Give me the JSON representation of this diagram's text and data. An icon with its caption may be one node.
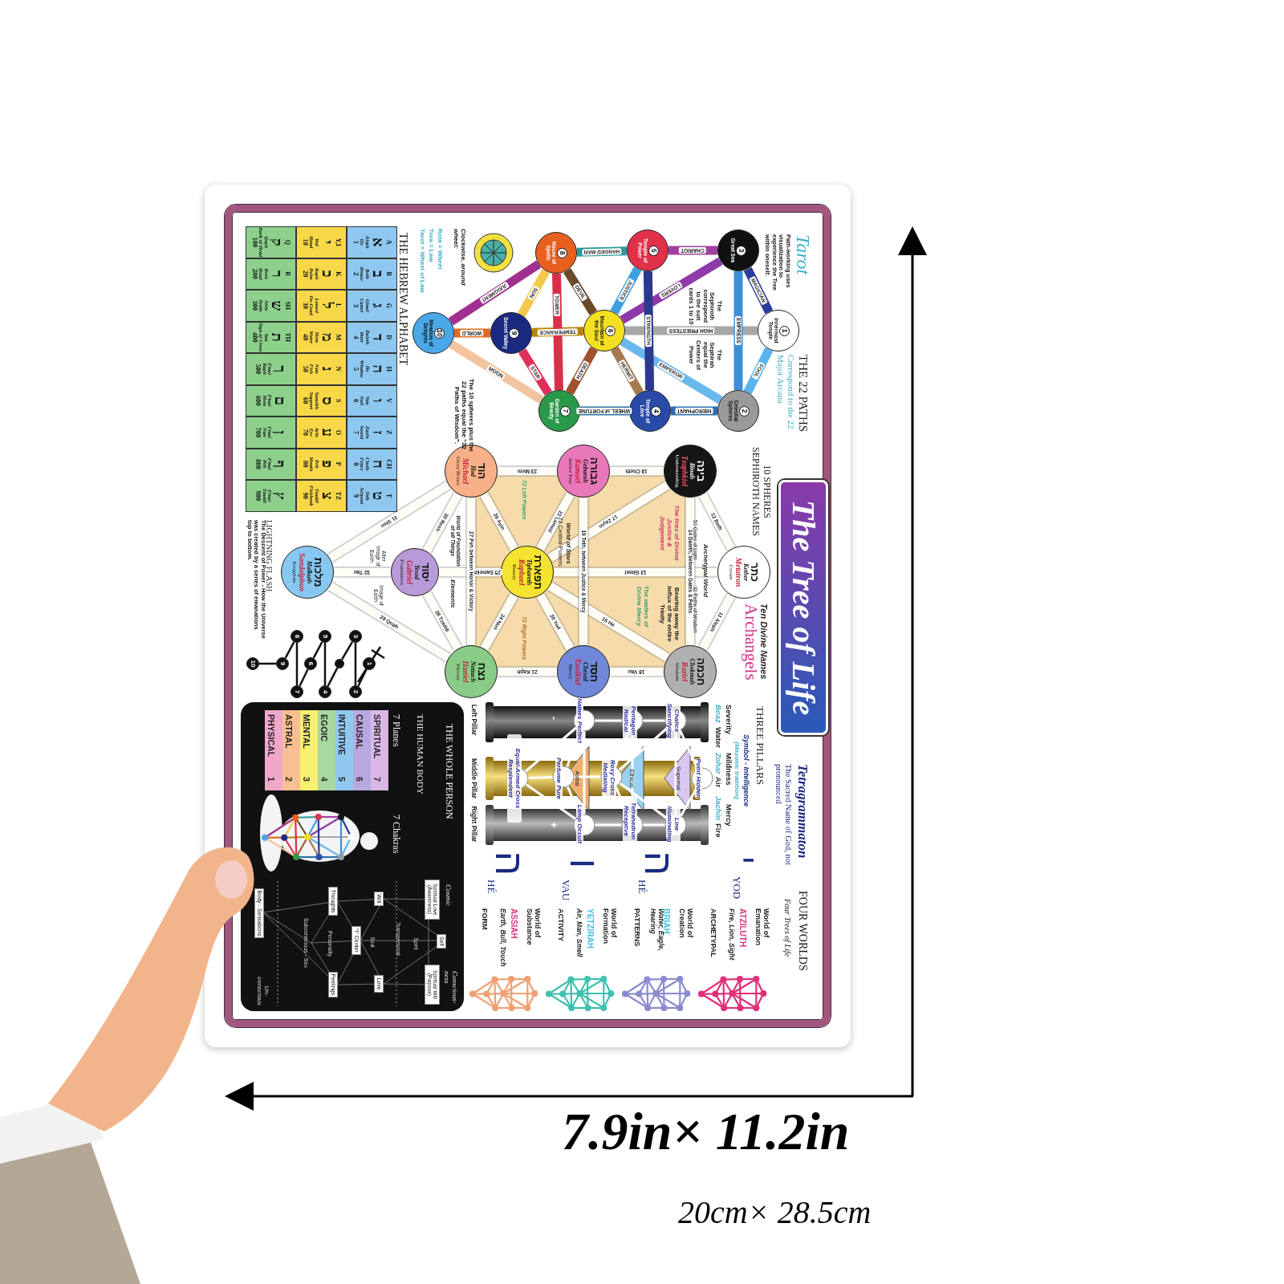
{
  "diagram": {
    "title": "The Tree of Life",
    "nodes": [
      {
        "text": [
          "1",
          "Innermost Temple"
        ]
      },
      {
        "text": [
          "2",
          "Celestial Spheres"
        ]
      },
      {
        "text": [
          "3",
          "Great Sea"
        ]
      },
      {
        "text": [
          "4",
          "Temple of Love"
        ]
      },
      {
        "text": [
          "5",
          "Temple of Power"
        ]
      },
      {
        "text": [
          "6",
          "Mountain of the Soul"
        ]
      },
      {
        "text": [
          "7",
          "Garden of Beauty"
        ]
      },
      {
        "text": [
          "8",
          "House of Spells"
        ]
      },
      {
        "text": [
          "9",
          "Secret Valley"
        ]
      },
      {
        "text": [
          "10",
          "Meadow of Delights"
        ]
      },
      {
        "text": [
          "כתר",
          "Kether",
          "Metatron",
          "Crown"
        ]
      },
      {
        "text": [
          "חכמה",
          "Chokmah",
          "Raziel",
          "Wisdom"
        ]
      },
      {
        "text": [
          "בינה",
          "Binah",
          "Tzaphkiel",
          "Understanding"
        ]
      },
      {
        "text": [
          "חסד",
          "Chesed",
          "Tzadkiel",
          "Mercy"
        ]
      },
      {
        "text": [
          "גבורה",
          "Geburah",
          "Kamael",
          "Justice Fear"
        ]
      },
      {
        "text": [
          "תפארת",
          "Tiphareth",
          "Raphael",
          "Beauty"
        ]
      },
      {
        "text": [
          "נצח",
          "Netzach",
          "Haniel",
          "Victory"
        ]
      },
      {
        "text": [
          "הוד",
          "Hod",
          "Michael",
          "Glory Honor"
        ]
      },
      {
        "text": [
          "יסוד",
          "Yesod",
          "Gabriel",
          "Foundation"
        ]
      },
      {
        "text": [
          "מלכות",
          "Malkuth",
          "Sandalphon",
          "Kingdom"
        ]
      },
      {
        "text": [
          "1"
        ]
      },
      {
        "text": [
          "2"
        ]
      },
      {
        "text": [
          "3"
        ]
      },
      {
        "text": [],
        "shape": "circle"
      },
      {
        "text": [
          "4"
        ]
      },
      {
        "text": [
          "5"
        ]
      },
      {
        "text": [
          "6"
        ]
      },
      {
        "text": [
          "7"
        ]
      },
      {
        "text": [
          "8"
        ]
      },
      {
        "text": [
          "9"
        ]
      },
      {
        "text": [
          "10"
        ]
      }
    ],
    "edges": [
      {
        "from": 0,
        "to": 1,
        "arrow": "none",
        "label": "FOOL",
        "color": "#5ab4f0"
      },
      {
        "from": 0,
        "to": 2,
        "arrow": "none",
        "label": "MAGICIAN",
        "color": "#2a3d9a"
      },
      {
        "from": 0,
        "to": 5,
        "arrow": "none",
        "label": "HIGH PRIESTESS",
        "color": "#a8a8a8"
      },
      {
        "from": 2,
        "to": 1,
        "arrow": "none",
        "label": "EMPRESS",
        "color": "#3b8fd9"
      },
      {
        "from": 1,
        "to": 5,
        "arrow": "none",
        "label": "EMPEROR",
        "color": "#6ab8ec"
      },
      {
        "from": 1,
        "to": 3,
        "arrow": "none",
        "label": "HIEROPHANT",
        "color": "#2e6db0"
      },
      {
        "from": 2,
        "to": 5,
        "arrow": "none",
        "label": "LOVERS",
        "color": "#8e3aa8"
      },
      {
        "from": 2,
        "to": 4,
        "arrow": "none",
        "label": "CHARIOT",
        "color": "#a040a0"
      },
      {
        "from": 4,
        "to": 3,
        "arrow": "none",
        "label": "STRENGTH",
        "color": "#2b3a8f"
      },
      {
        "from": 5,
        "to": 3,
        "arrow": "none",
        "label": "HERMIT",
        "color": "#a87850"
      },
      {
        "from": 3,
        "to": 6,
        "arrow": "none",
        "label": "WHEEL of FORTUNE",
        "color": "#2e6f9e"
      },
      {
        "from": 4,
        "to": 5,
        "arrow": "none",
        "label": "JUSTICE",
        "color": "#3fa0e0"
      },
      {
        "from": 4,
        "to": 7,
        "arrow": "none",
        "label": "HANGED MAN",
        "color": "#2a9a9a"
      },
      {
        "from": 5,
        "to": 6,
        "arrow": "none",
        "label": "DEATH",
        "color": "#a0522d"
      },
      {
        "from": 5,
        "to": 8,
        "arrow": "none",
        "label": "TEMPERANCE",
        "color": "#b8860b"
      },
      {
        "from": 5,
        "to": 7,
        "arrow": "none",
        "label": "DEVIL",
        "color": "#6b4a2a"
      },
      {
        "from": 7,
        "to": 6,
        "arrow": "none",
        "label": "TOWER",
        "color": "#d9304a"
      },
      {
        "from": 6,
        "to": 8,
        "arrow": "none",
        "label": "STAR",
        "color": "#e0305a"
      },
      {
        "from": 6,
        "to": 9,
        "arrow": "none",
        "label": "MOON",
        "color": "#f2c4a0"
      },
      {
        "from": 7,
        "to": 8,
        "arrow": "none",
        "label": "SUN",
        "color": "#f2c94c"
      },
      {
        "from": 7,
        "to": 9,
        "arrow": "none",
        "label": "JUDGMENT",
        "color": "#a03090"
      },
      {
        "from": 8,
        "to": 9,
        "arrow": "none",
        "label": "WORLD",
        "color": "#e06a20"
      },
      {
        "from": 10,
        "to": 11,
        "arrow": "none",
        "label": "11 Aleph"
      },
      {
        "from": 10,
        "to": 12,
        "arrow": "none",
        "label": "12 Beth"
      },
      {
        "from": 10,
        "to": 15,
        "arrow": "none",
        "label": "13 Gimel"
      },
      {
        "from": 11,
        "to": 12,
        "arrow": "none",
        "label": "14 Daleth, between Gates & Paths"
      },
      {
        "from": 11,
        "to": 15,
        "arrow": "none",
        "label": "15 He"
      },
      {
        "from": 11,
        "to": 13,
        "arrow": "none",
        "label": "16 Vau"
      },
      {
        "from": 12,
        "to": 15,
        "arrow": "none",
        "label": "17 Zayin"
      },
      {
        "from": 12,
        "to": 14,
        "arrow": "none",
        "label": "18 Cheth"
      },
      {
        "from": 13,
        "to": 14,
        "arrow": "none",
        "label": "19 Teth, between Justice & Mercy"
      },
      {
        "from": 13,
        "to": 15,
        "arrow": "none",
        "label": "20 Yod"
      },
      {
        "from": 13,
        "to": 16,
        "arrow": "none",
        "label": "21 Kaph"
      },
      {
        "from": 14,
        "to": 15,
        "arrow": "none",
        "label": "22 Lamed"
      },
      {
        "from": 14,
        "to": 17,
        "arrow": "none",
        "label": "23 Mem"
      },
      {
        "from": 15,
        "to": 16,
        "arrow": "none",
        "label": "24 Nun"
      },
      {
        "from": 15,
        "to": 18,
        "arrow": "none",
        "label": "25 Samekh"
      },
      {
        "from": 15,
        "to": 17,
        "arrow": "none",
        "label": "26 Ayin"
      },
      {
        "from": 16,
        "to": 17,
        "arrow": "none",
        "label": "27 Peh between Honor & Victory"
      },
      {
        "from": 16,
        "to": 18,
        "arrow": "none",
        "label": "28 Tzaddi"
      },
      {
        "from": 16,
        "to": 19,
        "arrow": "none",
        "label": "29 Qoph"
      },
      {
        "from": 17,
        "to": 18,
        "arrow": "none",
        "label": "30 Resh"
      },
      {
        "from": 17,
        "to": 19,
        "arrow": "none",
        "label": "31 Shin"
      },
      {
        "from": 18,
        "to": 19,
        "arrow": "none",
        "label": "32 Tau"
      },
      {
        "from": 20,
        "to": 21,
        "arrow": "none",
        "color": "#111111"
      },
      {
        "from": 21,
        "to": 22,
        "arrow": "none",
        "color": "#111111"
      },
      {
        "from": 22,
        "to": 23,
        "arrow": "none",
        "color": "#111111"
      },
      {
        "from": 23,
        "to": 24,
        "arrow": "none",
        "color": "#111111"
      },
      {
        "from": 24,
        "to": 25,
        "arrow": "none",
        "color": "#111111"
      },
      {
        "from": 25,
        "to": 26,
        "arrow": "none",
        "color": "#111111"
      },
      {
        "from": 26,
        "to": 27,
        "arrow": "none",
        "color": "#111111"
      },
      {
        "from": 27,
        "to": 28,
        "arrow": "none",
        "color": "#111111"
      },
      {
        "from": 28,
        "to": 29,
        "arrow": "none",
        "color": "#111111"
      },
      {
        "from": 29,
        "to": 30,
        "arrow": "none",
        "color": "#111111"
      }
    ],
    "labels": [
      "Tarot",
      "Path-working uses visualization to experience the Tree within oneself.",
      "THE 22 PATHS",
      "Correspond to the 22 Major Arcana",
      "The Sephiroth correspond to the suit cards 1 to 10",
      "The Sephirah equal the Centers of Power",
      "Clockwise, around wheel:",
      "Rota = Wheel",
      "Tora = Law",
      "Tarot = Wheel of Law",
      "The 10 spheres plus the 22 paths equal the “32 Paths of Wisdom”.",
      "THE HEBREW ALPHABET",
      "A",
      "א",
      "Aleph",
      "Ox",
      "1",
      "B",
      "ב",
      "Beth",
      "House",
      "2",
      "G",
      "ג",
      "Gimel",
      "Camel",
      "3",
      "D",
      "ד",
      "Daleth",
      "Door",
      "4",
      "H",
      "ה",
      "He",
      "Window",
      "5",
      "V",
      "ו",
      "Vau",
      "Nail",
      "6",
      "Z",
      "ז",
      "Zayin",
      "Sword",
      "7",
      "CH",
      "ח",
      "Cheth",
      "Fence",
      "8",
      "T",
      "ט",
      "Teth",
      "Serpent",
      "9",
      "Y,I",
      "י",
      "Yod",
      "Hand",
      "10",
      "K",
      "כ",
      "Kaph",
      "Palm",
      "20",
      "L",
      "ל",
      "Lamed",
      "Ox-Goad",
      "30",
      "M",
      "מ",
      "Mem",
      "Water",
      "40",
      "N",
      "נ",
      "Nun",
      "Fish",
      "50",
      "S",
      "ס",
      "Samekh",
      "Support",
      "60",
      "O",
      "ע",
      "Ayin",
      "Eye",
      "70",
      "P",
      "פ",
      "Peh",
      "Mouth",
      "80",
      "TZ",
      "צ",
      "Tzaddi",
      "Fishhook",
      "90",
      "Q",
      "ק",
      "Qoph",
      "Back of Head",
      "100",
      "R",
      "ר",
      "Resh",
      "Head",
      "200",
      "SH",
      "ש",
      "Shin",
      "Tooth",
      "300",
      "TH",
      "ת",
      "Tau",
      "Sign of Cross",
      "400",
      "ך",
      "Final",
      "Kaph",
      "500",
      "ם",
      "Final",
      "Mem",
      "600",
      "ן",
      "Final",
      "Nun",
      "700",
      "ף",
      "Final",
      "Peh",
      "800",
      "ץ",
      "Final",
      "Tzaddi",
      "900",
      "10 SPHERES SEPHIROTH NAMES",
      "Ten Divine Names",
      "Archangels",
      "Archetypal World",
      "50 Gates of Light",
      "32 Paths of Wisdom",
      "The fires of Divine Justice & Judgement",
      "Bearing away the influx of the entire Trinity",
      "The waters of Divine Mercy",
      "World of Stars",
      "72 Central Powers",
      "72 Left Powers",
      "72 Right Powers",
      "World of Foundation of all Things",
      "Elements",
      "Alter Image of Earth",
      "Image of Earth",
      "LIGHTNING FLASH",
      "The Descent of Power - How the Universe was created by a series of emanations top to bottom.",
      "Tetragrammaton",
      "The Sacred Name of God, not pronounced",
      "THREE PILLARS",
      "Symbol - Intelligence",
      "(Masonic tradition)",
      "Severity",
      "Mildness",
      "Mercy",
      "Boaz",
      "Water",
      "Zohar",
      "Air",
      "Jachin",
      "Fire",
      "Point Hidden",
      "Chalice Sanctifying",
      "Supernal",
      "Line Illuminating",
      "Pentagon Radical",
      "Ethical",
      "Rosy Cross Mediating",
      "Tetrahedron Receptive",
      "Names Perfect",
      "Astral",
      "Perfume Pure",
      "Lamp Occult",
      "Equal-Armed Cross Resplendent",
      "-",
      "+",
      "Left Pillar",
      "Middle Pillar",
      "Right Pillar",
      "YOD",
      "י",
      "HÉ",
      "ה",
      "VAU",
      "ו",
      "HÉ",
      "ה",
      "FOUR WORLDS",
      "Four Trees of Life",
      "World of Emanation",
      "ATZILUTH",
      "Fire, Lion, Sight",
      "ARCHETYPAL",
      "World of Creation",
      "BRIAH",
      "Water, Eagle, Hearing",
      "PATTERNS",
      "World of Formation",
      "YETZIRAH",
      "Air, Man, Smell",
      "ACTIVITY",
      "World of Substance",
      "ASSIAH",
      "Earth, Bull, Touch",
      "FORM",
      "THE WHOLE PERSON",
      "Cosmic",
      "Conscious-ness",
      "THE HUMAN BODY",
      "Spiritual Love (Awareness)",
      "Self",
      "Spiritual Will (Purpose)",
      "Spirit",
      "Transpersonal",
      "7 Planes",
      "7 Chakras",
      "SPIRITUAL",
      "7",
      "CAUSAL",
      "6",
      "INTUITIVE",
      "5",
      "EGOIC",
      "4",
      "MENTAL",
      "3",
      "ASTRAL",
      "2",
      "PHYSICAL",
      "1",
      "Will",
      "Soul",
      "Love",
      "“I” Center",
      "Thoughts",
      "Personality",
      "Feelings",
      "Subconscious - Sex",
      "Body - Sensations",
      "Un-conscious",
      "7.9in× 11.2in",
      "20cm× 28.5cm"
    ]
  }
}
